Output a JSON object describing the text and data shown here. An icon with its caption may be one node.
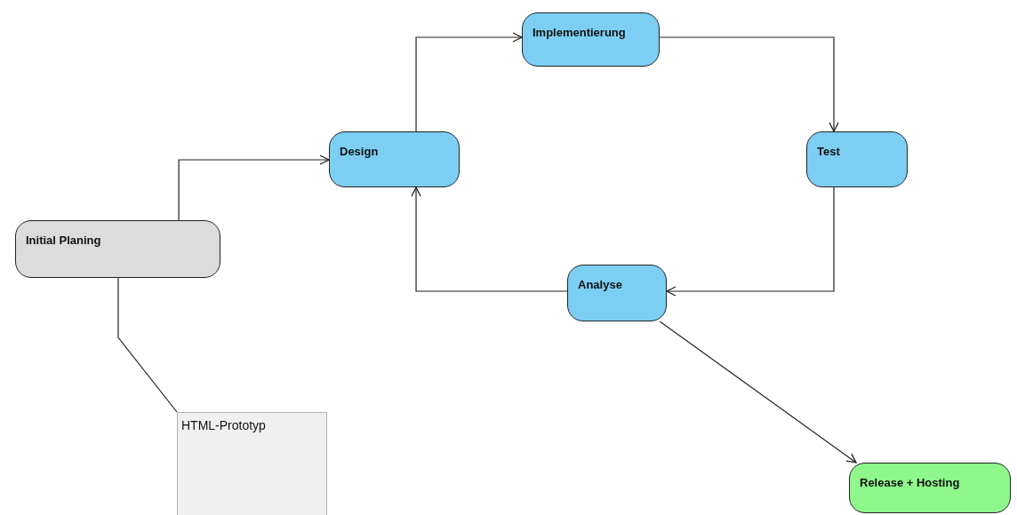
{
  "diagram": {
    "nodes": [
      {
        "text": [
          "Initial Planing"
        ]
      },
      {
        "text": [
          "Design"
        ]
      },
      {
        "text": [
          "Implementierung"
        ]
      },
      {
        "text": [
          "Test"
        ]
      },
      {
        "text": [
          "Analyse"
        ]
      },
      {
        "text": [
          "Release + Hosting"
        ]
      },
      {
        "text": [
          "HTML-Prototyp"
        ]
      }
    ],
    "edges": [
      {
        "from": 0,
        "to": 1,
        "arrow": "to"
      },
      {
        "from": 1,
        "to": 2,
        "arrow": "to"
      },
      {
        "from": 2,
        "to": 3,
        "arrow": "to"
      },
      {
        "from": 3,
        "to": 4,
        "arrow": "to"
      },
      {
        "from": 4,
        "to": 1,
        "arrow": "to"
      },
      {
        "from": 4,
        "to": 5,
        "arrow": "to"
      },
      {
        "from": 0,
        "to": 6,
        "arrow": "none"
      }
    ]
  }
}
